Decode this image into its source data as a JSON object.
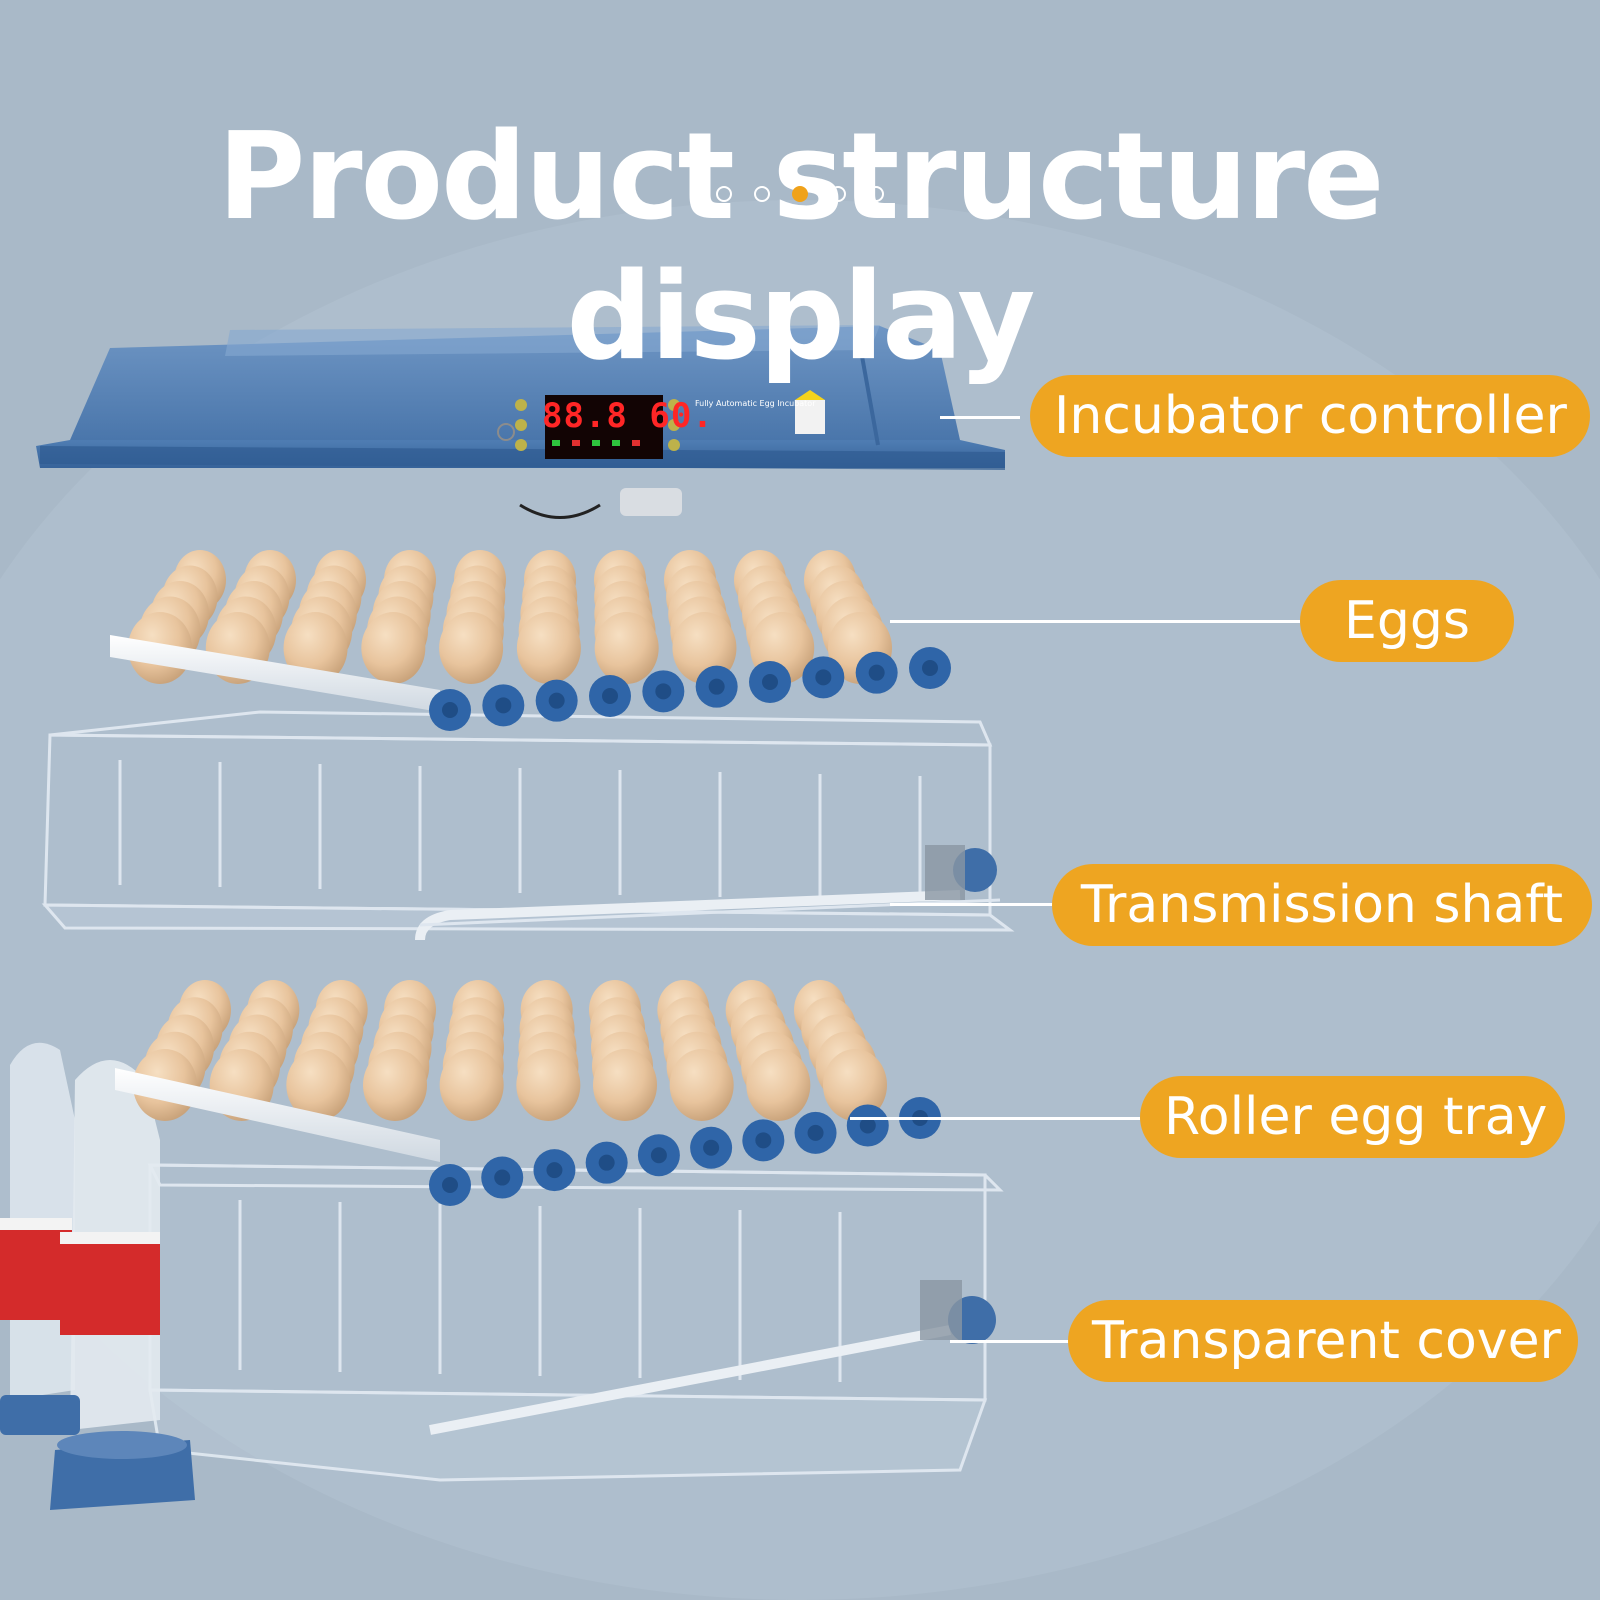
{
  "header": {
    "title": "Product structure display",
    "carousel": {
      "count": 5,
      "active_index": 2,
      "active_color": "#f0a21a"
    }
  },
  "product": {
    "display_readout": "88.8 60.",
    "panel_brand": "Fully Automatic Egg Incubator"
  },
  "callouts": [
    {
      "label": "Incubator controller"
    },
    {
      "label": "Eggs"
    },
    {
      "label": "Transmission shaft"
    },
    {
      "label": "Roller egg tray"
    },
    {
      "label": "Transparent cover"
    }
  ],
  "colors": {
    "background": "#a9b9c8",
    "callout": "#eea521",
    "incubator_blue": "#4a76ab",
    "egg": "#e8c49d",
    "roller_cap": "#2f65a8"
  }
}
